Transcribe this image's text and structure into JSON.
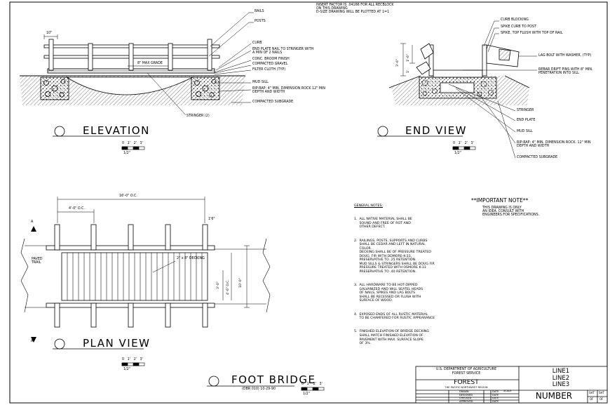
{
  "header_note": [
    "INSERT FACTOR IS .04166 FOR ALL RECBLOCK",
    "ON THIS DRAWING",
    "D-SIZE DRAWING WILL BE PLOTTED AT 1=1"
  ],
  "elevation": {
    "title": "ELEVATION",
    "scale_label": "1/2\"",
    "scale_ticks": [
      "0",
      "1'",
      "2'",
      "3'"
    ],
    "dims": {
      "rail_width": "10\"",
      "max_grade": "8\" MAX GRADE"
    },
    "callouts": [
      "RAILS",
      "POSTS",
      "CURB",
      "END PLATE NAIL TO STRINGER WITH A MIN OF 2 NAILS",
      "CONC. BROOM FINISH",
      "COMPACTED GRAVEL",
      "FILTER CLOTH (TYP)",
      "MUD SILL",
      "RIP-RAP: 4\" MIN. DIMENSION ROCK 12\" MIN DEPTH AND WIDTH",
      "COMPACTED SUBGRADE",
      "STRINGER (2)"
    ]
  },
  "end_view": {
    "title": "END VIEW",
    "scale_label": "1/2\"",
    "scale_ticks": [
      "0",
      "1'",
      "2'",
      "3'"
    ],
    "dims": [
      "3'-6\"",
      "1'-6\"",
      "1'"
    ],
    "callouts_top": [
      "CURB BLOCKING",
      "SPIKE CURB TO POST",
      "SPIKE, TOP FLUSH WITH TOP OF RAIL",
      "LAG BOLT WITH WASHER, (TYP)",
      "REBAR DRIFT PINS WITH 8\" MIN. PENETRATION INTO SILL"
    ],
    "callouts_bottom": [
      "STRINGER",
      "END PLATE",
      "MUD SILL",
      "RIP-RAP: 4\" MIN. DIMENSION ROCK. 12\" MIN DEPTH AND WIDTH",
      "COMPACTED SUBGRADE"
    ]
  },
  "plan_view": {
    "title": "PLAN VIEW",
    "scale_label": "1/2\"",
    "scale_ticks": [
      "0",
      "1'",
      "2'",
      "3'"
    ],
    "dims": {
      "overall": "16'-0\" O.C.",
      "post_spacing": "4'-0\" O.C.",
      "decking": "2\" x 8\" DECKING",
      "width": "10'-0\"",
      "inner_width": "4'-6\" O.C.",
      "side": "3'-0\"",
      "small": "1'6\""
    },
    "labels": {
      "paved_trail": "PAVED TRAIL",
      "arrow": "A"
    }
  },
  "general_notes": {
    "heading": "GENERAL NOTES:",
    "items": [
      "1.  ALL NATIVE MATERIAL SHALL BE\n     SOUND AND FREE OF ROT AND\n     OTHER DEFECT.",
      "2.  RAILINGS, POSTS, SUPPORTS AND CURBS\n     SHALL BE CEDAR AND LEFT IN NATURAL\n     COLOR.\n     DECKING SHALL BE OF PRESSURE TREATED\n     DOUG. FIR WITH DDMORE-K-33,\n     PRESERVATIVE TO .25 RETENTION.\n     MUD SILLS & STRINGERS SHALL BE DOUG FIR\n     PRESSURE TREATED WITH OSMORE K-33\n     PRESERVATIVE TO .40 RETENTION.",
      "3.  ALL HARDWARE TO BE HOT-DIPPED\n     GALVANIZED AND WILL SEATEL HEADS\n     OF NAILS, SPIKES AND LAG BOLTS\n     SHALL BE RECESSED OR FLUSH WITH\n     SURFACE OF WOOD.",
      "4.  EXPOSED ENDS OF ALL RUSTIC MATERIAL\n     TO BE CHAMFERED FOR RUSTIC APPEARANCE",
      "5.  FINISHED ELEVATION OF BRIDGE DECKING\n     SHALL MATCH FINISHED ELEVATION OF\n     PAVEMENT WITH MAX. SURFACE SLOPE\n     OF 3%."
    ]
  },
  "important_note": {
    "heading": "**IMPORTANT NOTE**",
    "body": [
      "THIS DRAWING IS ONLY",
      "AN IDEA. CONSULT WITH",
      "ENGINEERS FOR SPECIFICATIONS."
    ]
  },
  "foot_bridge": {
    "title": "FOOT BRIDGE",
    "subtitle": "(DBR 010)  10-29-90",
    "scale_label": "1/2\"",
    "scale_ticks": [
      "0",
      "1'",
      "2'",
      "3'"
    ]
  },
  "title_block": {
    "agency": "U.S. DEPARTMENT OF AGRICULTURE",
    "service": "FOREST SERVICE",
    "forest": "FOREST",
    "region": "THE PACIFIC NORTHWEST REGION",
    "rows": [
      "DRAWN",
      "DESIGNED",
      "CHECKED",
      "APPROVED"
    ],
    "date_label": "DATE",
    "scale_label": "SCALE",
    "lines": [
      "LINE1",
      "LINE2",
      "LINE3"
    ],
    "number": "NUMBER",
    "sht_labels": [
      "SHT",
      "SHT"
    ],
    "sht_values": [
      "OF",
      "OF"
    ]
  },
  "section_marker_arrow": "A"
}
